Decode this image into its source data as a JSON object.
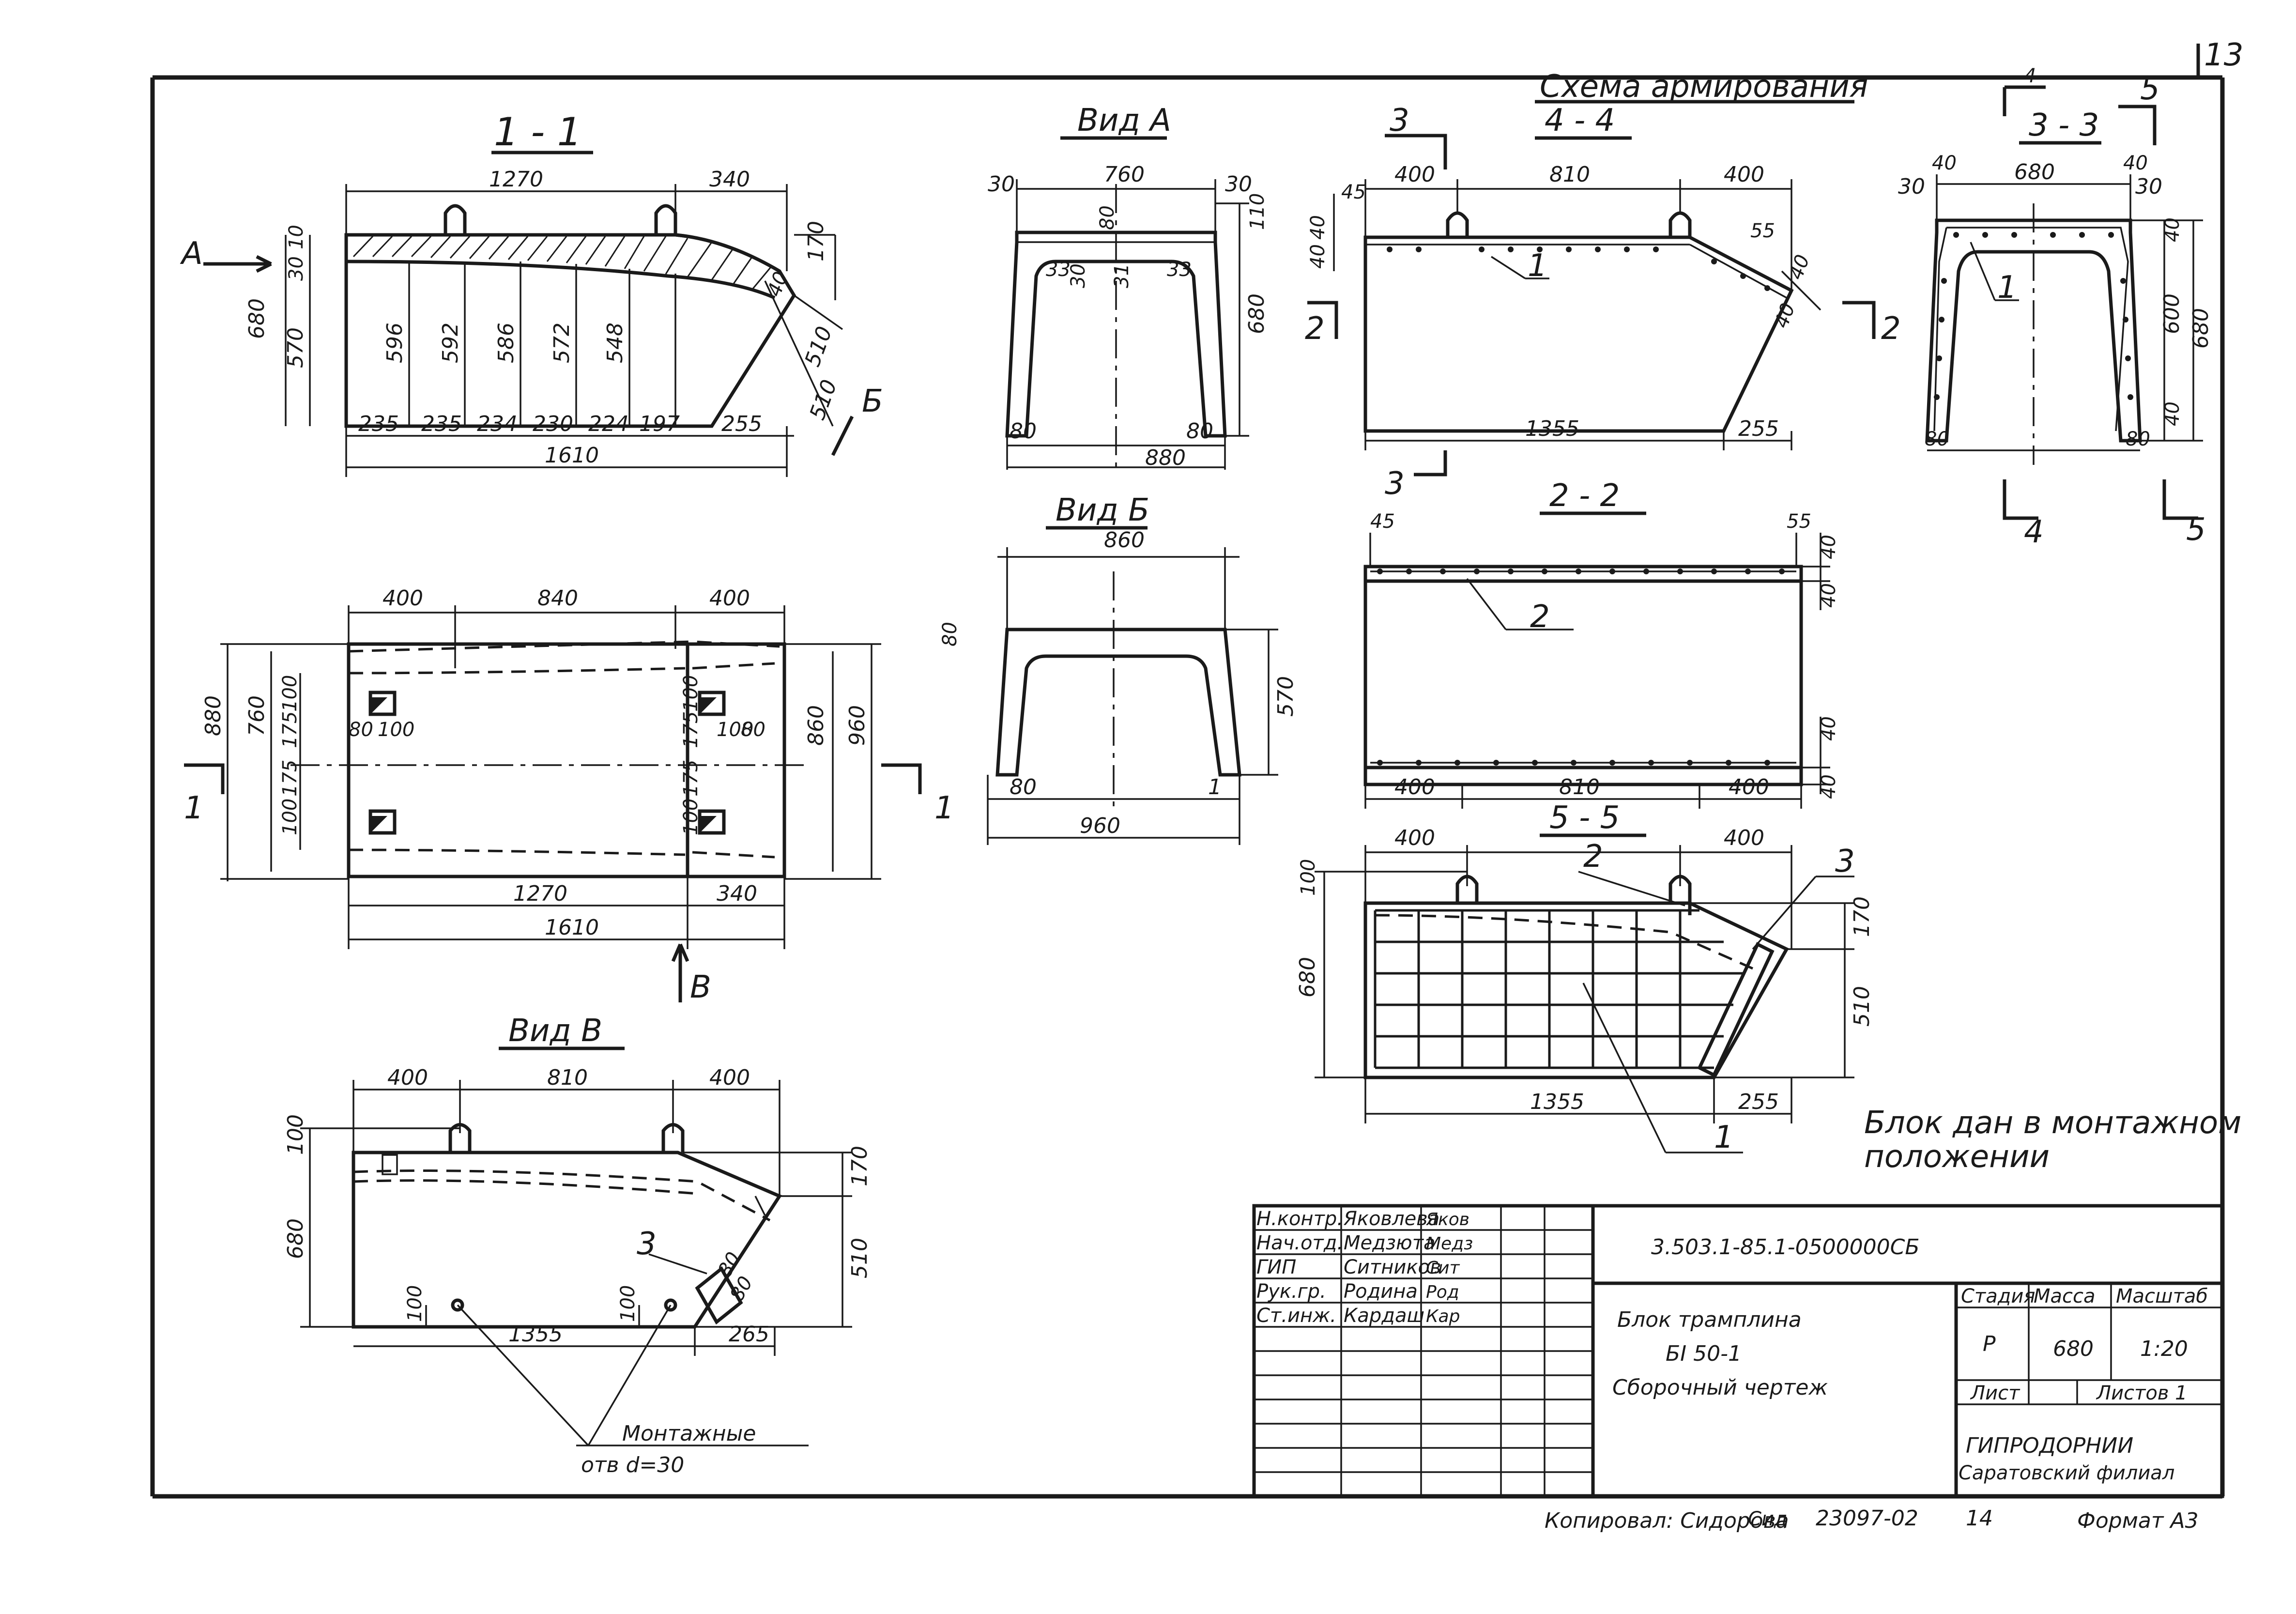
{
  "sheet_number": "13",
  "views": {
    "section_1_1": {
      "title": "1 - 1",
      "marker_a": "А",
      "marker_b": "Б",
      "dims": {
        "top_1270": "1270",
        "top_340": "340",
        "left_680": "680",
        "left_30": "30",
        "left_570": "570",
        "left_10": "10",
        "right_170": "170",
        "right_510": "510",
        "right_510b": "510",
        "right_40": "40",
        "heights": [
          "596",
          "592",
          "586",
          "572",
          "548"
        ],
        "bottom": [
          "235",
          "235",
          "234",
          "230",
          "224",
          "197",
          "255"
        ],
        "total_1610": "1610"
      }
    },
    "view_a": {
      "title": "Вид А",
      "dims": {
        "w_760": "760",
        "l_30": "30",
        "r_30": "30",
        "c_80": "80",
        "r_110": "110",
        "r_680": "680",
        "i_33a": "33",
        "i_30": "30",
        "i_31": "31",
        "i_33b": "33",
        "b_80a": "80",
        "b_80b": "80",
        "b_880": "880"
      }
    },
    "view_b": {
      "title": "Вид Б",
      "dims": {
        "w_860": "860",
        "l_80": "80",
        "r_570": "570",
        "b_80": "80",
        "b_1": "1",
        "b_960": "960"
      }
    },
    "plan": {
      "marker_1l": "1",
      "marker_1r": "1",
      "marker_v": "В",
      "dims": {
        "top_400a": "400",
        "top_840": "840",
        "top_400b": "400",
        "l_880": "880",
        "l_760": "760",
        "l_100a": "100",
        "l_175a": "175",
        "l_175b": "175",
        "l_100b": "100",
        "h_80a": "80",
        "h_100a": "100",
        "r_100a": "100",
        "r_175a": "175",
        "r_175b": "175",
        "r_100b": "100",
        "h_100b": "100",
        "h_80b": "80",
        "r_860": "860",
        "r_960": "960",
        "b_1270": "1270",
        "b_340": "340",
        "b_1610": "1610"
      }
    },
    "view_v": {
      "title": "Вид В",
      "dims": {
        "t_400a": "400",
        "t_810": "810",
        "t_400b": "400",
        "l_100": "100",
        "l_680": "680",
        "r_170": "170",
        "r_510": "510",
        "b_100a": "100",
        "b_100b": "100",
        "b_1355": "1355",
        "b_265": "265",
        "i_80a": "80",
        "i_80b": "80"
      },
      "callout_3": "3",
      "note_line1": "Монтажные",
      "note_line2": "отв d=30"
    },
    "scheme_4_4": {
      "heading": "Схема армирования",
      "title": "4 - 4",
      "marker_3t": "3",
      "marker_3b": "3",
      "marker_2l": "2",
      "marker_2r": "2",
      "callout_1": "1",
      "dims": {
        "t_400a": "400",
        "t_810": "810",
        "t_400b": "400",
        "l_45": "45",
        "l_40a": "40",
        "l_40b": "40",
        "r_55": "55",
        "r_40a": "40",
        "r_40b": "40",
        "b_1355": "1355",
        "b_255": "255"
      }
    },
    "section_3_3": {
      "title": "3 - 3",
      "marker_4t": "4",
      "marker_4b": "4",
      "marker_5t": "5",
      "marker_5b": "5",
      "callout_1": "1",
      "dims": {
        "t_680": "680",
        "t_40a": "40",
        "t_40b": "40",
        "l_30": "30",
        "r_30": "30",
        "r_40a": "40",
        "r_600": "600",
        "r_680": "680",
        "r_40b": "40",
        "b_80a": "80",
        "b_80b": "80"
      }
    },
    "section_2_2": {
      "title": "2 - 2",
      "callout_2": "2",
      "dims": {
        "t_45": "45",
        "t_55": "55",
        "r_40a": "40",
        "r_40b": "40",
        "r_40c": "40",
        "r_40d": "40",
        "b_400a": "400",
        "b_810": "810",
        "b_400b": "400"
      }
    },
    "section_5_5": {
      "title": "5 - 5",
      "callout_1": "1",
      "callout_2": "2",
      "callout_3": "3",
      "dims": {
        "t_400a": "400",
        "t_400b": "400",
        "l_100": "100",
        "l_680": "680",
        "r_170": "170",
        "r_510": "510",
        "b_1355": "1355",
        "b_255": "255"
      }
    }
  },
  "note": {
    "line1": "Блок дан в монтажном",
    "line2": "положении"
  },
  "title_block": {
    "signatures": [
      {
        "role": "Н.контр.",
        "name": "Яковлева",
        "sign": "Яков"
      },
      {
        "role": "Нач.отд.",
        "name": "Медзюта",
        "sign": "Медз"
      },
      {
        "role": "ГИП",
        "name": "Ситников",
        "sign": "Сит"
      },
      {
        "role": "Рук.гр.",
        "name": "Родина",
        "sign": "Род"
      },
      {
        "role": "Ст.инж.",
        "name": "Кардаш",
        "sign": "Кар"
      }
    ],
    "doc_code": "3.503.1-85.1-0500000СБ",
    "name_line1": "Блок трамплина",
    "name_line2": "БI 50-1",
    "name_line3": "Сборочный чертеж",
    "stage_label": "Стадия",
    "mass_label": "Масса",
    "scale_label": "Масштаб",
    "stage": "Р",
    "mass": "680",
    "scale": "1:20",
    "sheet_label": "Лист",
    "sheets_label": "Листов 1",
    "org_line1": "ГИПРОДОРНИИ",
    "org_line2": "Саратовский филиал"
  },
  "footer": {
    "copied": "Копировал: Сидорова",
    "copied_sign": "Сид",
    "code": "23097-02",
    "page": "14",
    "format": "Формат А3"
  }
}
